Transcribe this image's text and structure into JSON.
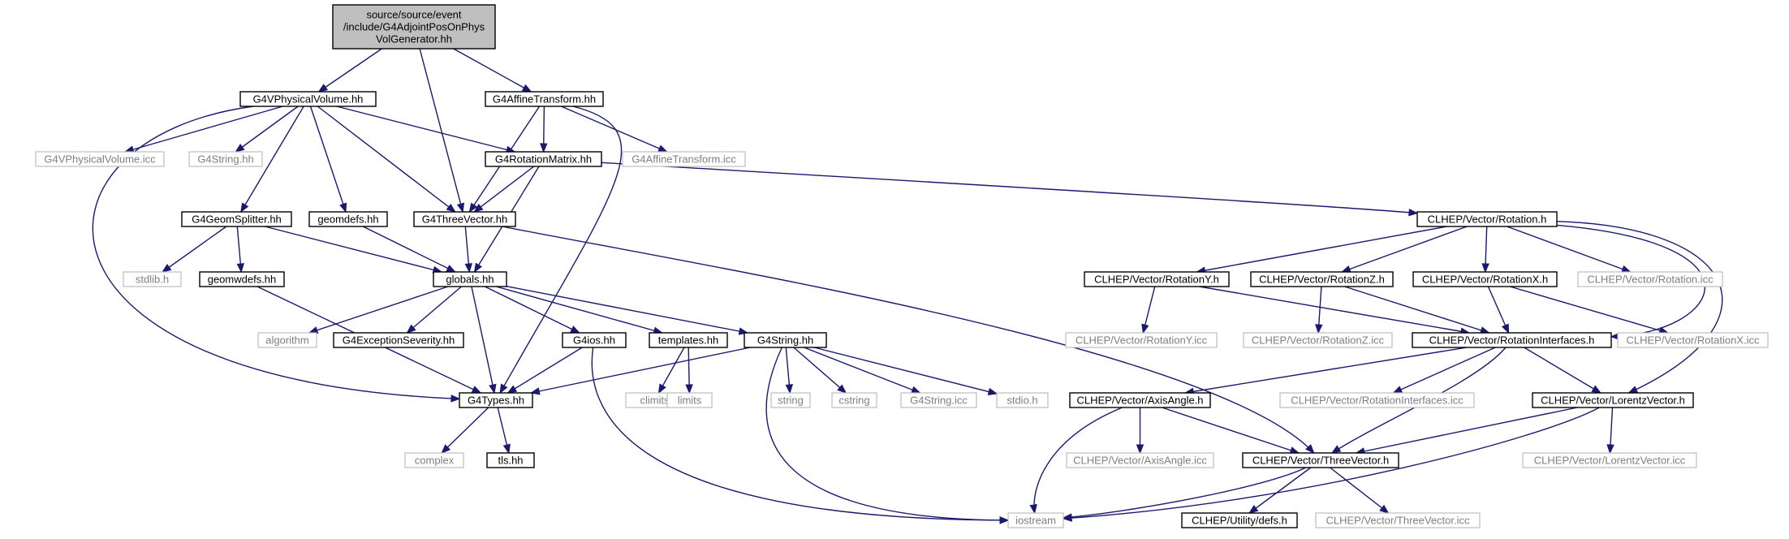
{
  "diagram": {
    "title": "source/source/event/include/G4AdjointPosOnPhysVolGenerator.hh",
    "nodes": [
      {
        "id": "root",
        "lines": [
          "source/source/event",
          "/include/G4AdjointPosOnPhys",
          "VolGenerator.hh"
        ],
        "kind": "root"
      },
      {
        "id": "g4vphys",
        "lines": [
          "G4VPhysicalVolume.hh"
        ],
        "kind": "internal"
      },
      {
        "id": "g4affine",
        "lines": [
          "G4AffineTransform.hh"
        ],
        "kind": "internal"
      },
      {
        "id": "g4vphys_icc",
        "lines": [
          "G4VPhysicalVolume.icc"
        ],
        "kind": "external"
      },
      {
        "id": "g4string_hh_ext",
        "lines": [
          "G4String.hh"
        ],
        "kind": "external"
      },
      {
        "id": "g4rotmatrix",
        "lines": [
          "G4RotationMatrix.hh"
        ],
        "kind": "internal"
      },
      {
        "id": "g4affine_icc",
        "lines": [
          "G4AffineTransform.icc"
        ],
        "kind": "external"
      },
      {
        "id": "g4geomsplit",
        "lines": [
          "G4GeomSplitter.hh"
        ],
        "kind": "internal"
      },
      {
        "id": "geomdefs",
        "lines": [
          "geomdefs.hh"
        ],
        "kind": "internal"
      },
      {
        "id": "g4threevec",
        "lines": [
          "G4ThreeVector.hh"
        ],
        "kind": "internal"
      },
      {
        "id": "stdlib",
        "lines": [
          "stdlib.h"
        ],
        "kind": "external"
      },
      {
        "id": "geomwdefs",
        "lines": [
          "geomwdefs.hh"
        ],
        "kind": "internal"
      },
      {
        "id": "globals",
        "lines": [
          "globals.hh"
        ],
        "kind": "internal"
      },
      {
        "id": "algorithm",
        "lines": [
          "algorithm"
        ],
        "kind": "external"
      },
      {
        "id": "g4excsev",
        "lines": [
          "G4ExceptionSeverity.hh"
        ],
        "kind": "internal"
      },
      {
        "id": "g4ios",
        "lines": [
          "G4ios.hh"
        ],
        "kind": "internal"
      },
      {
        "id": "templates",
        "lines": [
          "templates.hh"
        ],
        "kind": "internal"
      },
      {
        "id": "g4string",
        "lines": [
          "G4String.hh"
        ],
        "kind": "internal"
      },
      {
        "id": "g4types",
        "lines": [
          "G4Types.hh"
        ],
        "kind": "internal"
      },
      {
        "id": "climits",
        "lines": [
          "climits"
        ],
        "kind": "external"
      },
      {
        "id": "limits",
        "lines": [
          "limits"
        ],
        "kind": "external"
      },
      {
        "id": "string",
        "lines": [
          "string"
        ],
        "kind": "external"
      },
      {
        "id": "cstring",
        "lines": [
          "cstring"
        ],
        "kind": "external"
      },
      {
        "id": "g4string_icc",
        "lines": [
          "G4String.icc"
        ],
        "kind": "external"
      },
      {
        "id": "stdio",
        "lines": [
          "stdio.h"
        ],
        "kind": "external"
      },
      {
        "id": "complex",
        "lines": [
          "complex"
        ],
        "kind": "external"
      },
      {
        "id": "tls",
        "lines": [
          "tls.hh"
        ],
        "kind": "internal"
      },
      {
        "id": "iostream",
        "lines": [
          "iostream"
        ],
        "kind": "external"
      },
      {
        "id": "clhep_rot",
        "lines": [
          "CLHEP/Vector/Rotation.h"
        ],
        "kind": "internal"
      },
      {
        "id": "clhep_roty",
        "lines": [
          "CLHEP/Vector/RotationY.h"
        ],
        "kind": "internal"
      },
      {
        "id": "clhep_rotz",
        "lines": [
          "CLHEP/Vector/RotationZ.h"
        ],
        "kind": "internal"
      },
      {
        "id": "clhep_rotx",
        "lines": [
          "CLHEP/Vector/RotationX.h"
        ],
        "kind": "internal"
      },
      {
        "id": "clhep_rot_icc",
        "lines": [
          "CLHEP/Vector/Rotation.icc"
        ],
        "kind": "external"
      },
      {
        "id": "clhep_roty_icc",
        "lines": [
          "CLHEP/Vector/RotationY.icc"
        ],
        "kind": "external"
      },
      {
        "id": "clhep_rotz_icc",
        "lines": [
          "CLHEP/Vector/RotationZ.icc"
        ],
        "kind": "external"
      },
      {
        "id": "clhep_rotint",
        "lines": [
          "CLHEP/Vector/RotationInterfaces.h"
        ],
        "kind": "internal"
      },
      {
        "id": "clhep_rotx_icc",
        "lines": [
          "CLHEP/Vector/RotationX.icc"
        ],
        "kind": "external"
      },
      {
        "id": "clhep_axisangle",
        "lines": [
          "CLHEP/Vector/AxisAngle.h"
        ],
        "kind": "internal"
      },
      {
        "id": "clhep_rotint_icc",
        "lines": [
          "CLHEP/Vector/RotationInterfaces.icc"
        ],
        "kind": "external"
      },
      {
        "id": "clhep_lorentz",
        "lines": [
          "CLHEP/Vector/LorentzVector.h"
        ],
        "kind": "internal"
      },
      {
        "id": "clhep_axisangle_icc",
        "lines": [
          "CLHEP/Vector/AxisAngle.icc"
        ],
        "kind": "external"
      },
      {
        "id": "clhep_threevec",
        "lines": [
          "CLHEP/Vector/ThreeVector.h"
        ],
        "kind": "internal"
      },
      {
        "id": "clhep_lorentz_icc",
        "lines": [
          "CLHEP/Vector/LorentzVector.icc"
        ],
        "kind": "external"
      },
      {
        "id": "clhep_defs",
        "lines": [
          "CLHEP/Utility/defs.h"
        ],
        "kind": "internal"
      },
      {
        "id": "clhep_threevec_icc",
        "lines": [
          "CLHEP/Vector/ThreeVector.icc"
        ],
        "kind": "external"
      }
    ],
    "edges": [
      [
        "root",
        "g4vphys"
      ],
      [
        "root",
        "g4threevec"
      ],
      [
        "root",
        "g4affine"
      ],
      [
        "g4vphys",
        "g4vphys_icc"
      ],
      [
        "g4vphys",
        "g4string_hh_ext"
      ],
      [
        "g4vphys",
        "g4rotmatrix"
      ],
      [
        "g4vphys",
        "g4geomsplit"
      ],
      [
        "g4vphys",
        "geomdefs"
      ],
      [
        "g4vphys",
        "g4threevec"
      ],
      [
        "g4vphys",
        "g4types"
      ],
      [
        "g4affine",
        "g4rotmatrix"
      ],
      [
        "g4affine",
        "g4affine_icc"
      ],
      [
        "g4affine",
        "g4threevec"
      ],
      [
        "g4affine",
        "g4types"
      ],
      [
        "g4rotmatrix",
        "g4threevec"
      ],
      [
        "g4rotmatrix",
        "globals"
      ],
      [
        "g4rotmatrix",
        "clhep_rot"
      ],
      [
        "g4geomsplit",
        "stdlib"
      ],
      [
        "g4geomsplit",
        "geomwdefs"
      ],
      [
        "g4geomsplit",
        "globals"
      ],
      [
        "geomdefs",
        "globals"
      ],
      [
        "g4threevec",
        "globals"
      ],
      [
        "g4threevec",
        "clhep_threevec"
      ],
      [
        "geomwdefs",
        "g4types"
      ],
      [
        "globals",
        "algorithm"
      ],
      [
        "globals",
        "g4excsev"
      ],
      [
        "globals",
        "g4ios"
      ],
      [
        "globals",
        "templates"
      ],
      [
        "globals",
        "g4string"
      ],
      [
        "globals",
        "g4types"
      ],
      [
        "g4ios",
        "g4types"
      ],
      [
        "g4ios",
        "iostream"
      ],
      [
        "templates",
        "climits"
      ],
      [
        "templates",
        "limits"
      ],
      [
        "g4string",
        "g4types"
      ],
      [
        "g4string",
        "string"
      ],
      [
        "g4string",
        "cstring"
      ],
      [
        "g4string",
        "g4string_icc"
      ],
      [
        "g4string",
        "stdio"
      ],
      [
        "g4string",
        "iostream"
      ],
      [
        "g4types",
        "complex"
      ],
      [
        "g4types",
        "tls"
      ],
      [
        "clhep_rot",
        "clhep_roty"
      ],
      [
        "clhep_rot",
        "clhep_rotz"
      ],
      [
        "clhep_rot",
        "clhep_rotx"
      ],
      [
        "clhep_rot",
        "clhep_rot_icc"
      ],
      [
        "clhep_rot",
        "clhep_rotint"
      ],
      [
        "clhep_rot",
        "clhep_lorentz"
      ],
      [
        "clhep_roty",
        "clhep_roty_icc"
      ],
      [
        "clhep_roty",
        "clhep_rotint"
      ],
      [
        "clhep_rotz",
        "clhep_rotz_icc"
      ],
      [
        "clhep_rotz",
        "clhep_rotint"
      ],
      [
        "clhep_rotx",
        "clhep_rotint"
      ],
      [
        "clhep_rotx",
        "clhep_rotx_icc"
      ],
      [
        "clhep_rotint",
        "clhep_axisangle"
      ],
      [
        "clhep_rotint",
        "clhep_rotint_icc"
      ],
      [
        "clhep_rotint",
        "clhep_lorentz"
      ],
      [
        "clhep_rotint",
        "clhep_threevec"
      ],
      [
        "clhep_axisangle",
        "clhep_axisangle_icc"
      ],
      [
        "clhep_axisangle",
        "clhep_threevec"
      ],
      [
        "clhep_axisangle",
        "iostream"
      ],
      [
        "clhep_lorentz",
        "clhep_threevec"
      ],
      [
        "clhep_lorentz",
        "clhep_lorentz_icc"
      ],
      [
        "clhep_lorentz",
        "iostream"
      ],
      [
        "clhep_threevec",
        "iostream"
      ],
      [
        "clhep_threevec",
        "clhep_defs"
      ],
      [
        "clhep_threevec",
        "clhep_threevec_icc"
      ]
    ],
    "colors": {
      "edge": "#191970",
      "root_fill": "#bfbfbf",
      "internal_border": "#000000",
      "external_border": "#bfbfbf",
      "external_text": "#7f7f7f"
    }
  }
}
